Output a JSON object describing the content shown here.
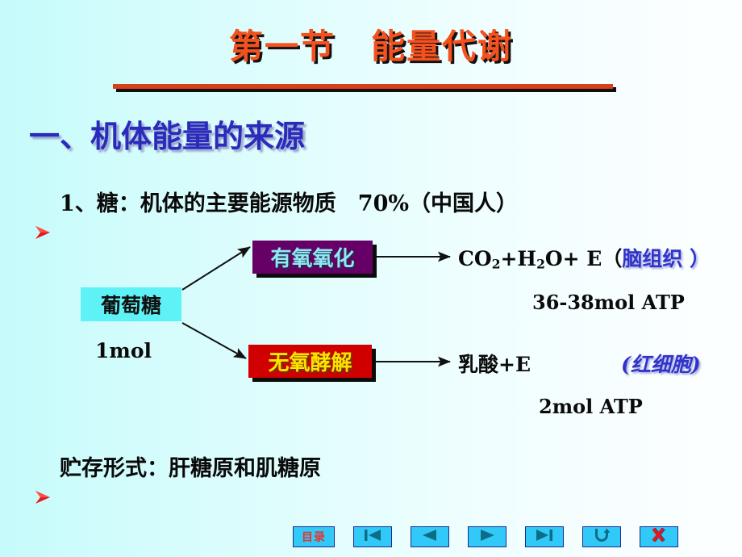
{
  "slide": {
    "title": "第一节　能量代谢",
    "section_heading": "一、机体能量的来源",
    "accent_color": "#f4511e",
    "heading_color": "#2b2bbb",
    "background_left": "#c6fbfb",
    "background_right": "#fdffff"
  },
  "bullets": [
    {
      "marker": "arrowhead-bullet-icon",
      "text": "1、糖：机体的主要能源物质　70%（中国人）"
    },
    {
      "marker": "arrowhead-bullet-icon",
      "text": "贮存形式：肝糖原和肌糖原"
    }
  ],
  "diagram": {
    "substrate": {
      "label": "葡萄糖",
      "amount": "1mol",
      "box_color": "#5ef2f6",
      "text_color": "#101010"
    },
    "pathways": [
      {
        "name": "有氧氧化",
        "box_color": "#660066",
        "text_color": "#8fe8f5",
        "products_prefix": "CO",
        "products": "CO2+H2O+ E（",
        "product_main": "+H",
        "tissue_note": "脑组织 ）",
        "yield": "36-38mol ATP"
      },
      {
        "name": "无氧酵解",
        "box_color": "#d00000",
        "text_color": "#ffe200",
        "products": "乳酸+E",
        "tissue_note": "(红细胞)",
        "yield": "2mol ATP"
      }
    ],
    "equation_aerobic": {
      "part1": "CO",
      "sub1": "2",
      "part2": "+H",
      "sub2": "2",
      "part3": "O+ E（",
      "tissue": "脑组织 ）"
    },
    "equation_anaerobic": {
      "text": "乳酸+E"
    },
    "note_color": "#3333cc"
  },
  "navbar": {
    "buttons": [
      {
        "name": "contents",
        "label": "目录",
        "icon": "text-label"
      },
      {
        "name": "first-slide",
        "label": "",
        "icon": "skip-back-icon"
      },
      {
        "name": "previous-slide",
        "label": "",
        "icon": "triangle-left-icon"
      },
      {
        "name": "next-slide",
        "label": "",
        "icon": "triangle-right-icon"
      },
      {
        "name": "last-slide",
        "label": "",
        "icon": "skip-forward-icon"
      },
      {
        "name": "return",
        "label": "",
        "icon": "u-turn-icon"
      },
      {
        "name": "close",
        "label": "",
        "icon": "red-x-icon"
      }
    ],
    "button_bg": "#31c9f7",
    "button_border": "#1b2a8c"
  }
}
